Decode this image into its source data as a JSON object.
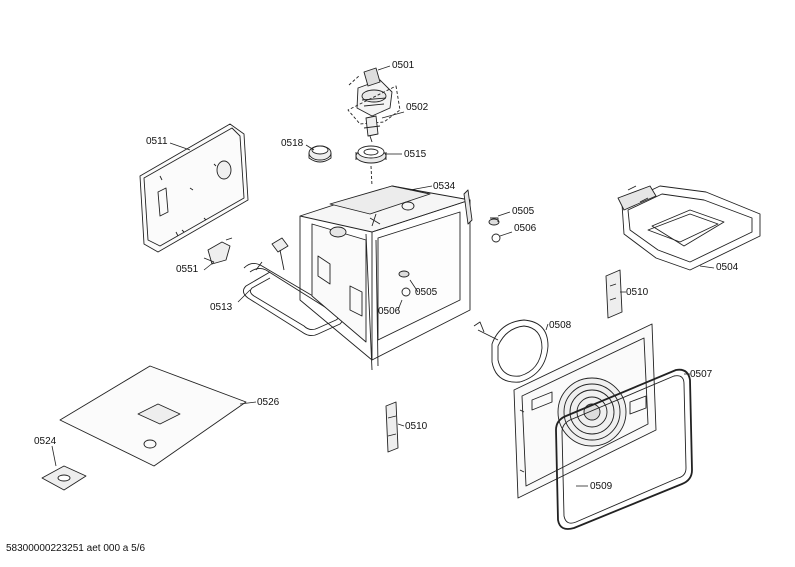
{
  "parts": [
    {
      "id": "0501",
      "label": "0501"
    },
    {
      "id": "0502",
      "label": "0502"
    },
    {
      "id": "0515",
      "label": "0515"
    },
    {
      "id": "0511",
      "label": "0511"
    },
    {
      "id": "0518",
      "label": "0518"
    },
    {
      "id": "0534",
      "label": "0534"
    },
    {
      "id": "0505a",
      "label": "0505"
    },
    {
      "id": "0506a",
      "label": "0506"
    },
    {
      "id": "0504",
      "label": "0504"
    },
    {
      "id": "0551",
      "label": "0551"
    },
    {
      "id": "0505b",
      "label": "0505"
    },
    {
      "id": "0513",
      "label": "0513"
    },
    {
      "id": "0506b",
      "label": "0506"
    },
    {
      "id": "0510a",
      "label": "0510"
    },
    {
      "id": "0508",
      "label": "0508"
    },
    {
      "id": "0507",
      "label": "0507"
    },
    {
      "id": "0526",
      "label": "0526"
    },
    {
      "id": "0510b",
      "label": "0510"
    },
    {
      "id": "0524",
      "label": "0524"
    },
    {
      "id": "0509",
      "label": "0509"
    }
  ],
  "footer": {
    "text": "58300000223251 aet 000 a 5/6"
  }
}
